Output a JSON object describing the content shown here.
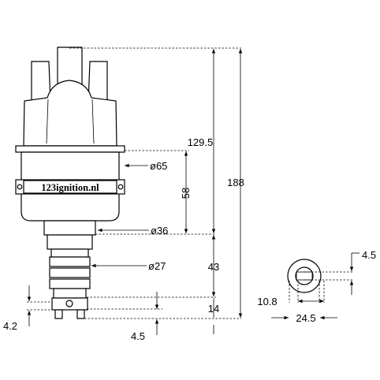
{
  "brand": {
    "label": "123ignition.nl"
  },
  "dimensions": {
    "total_height": "188",
    "upper_height": "129.5",
    "body_height": "58",
    "shaft_height": "43",
    "lower_height": "14",
    "dia_body": "ø65",
    "dia_neck": "ø36",
    "dia_shaft": "ø27",
    "offset_left": "4.2",
    "offset_bottom": "4.5",
    "side_view_height": "4.5",
    "side_view_inner": "10.8",
    "side_view_width": "24.5"
  }
}
